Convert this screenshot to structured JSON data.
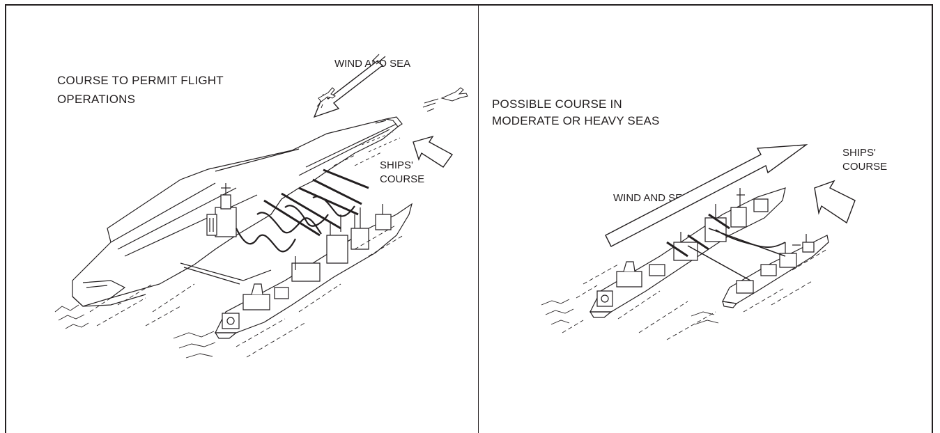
{
  "left_panel": {
    "caption_line1": "COURSE TO PERMIT FLIGHT",
    "caption_line2": "OPERATIONS",
    "wind_label": "WIND AND SEA",
    "ships_course_line1": "SHIPS'",
    "ships_course_line2": "COURSE"
  },
  "right_panel": {
    "caption_line1": "POSSIBLE COURSE IN",
    "caption_line2": "MODERATE OR HEAVY SEAS",
    "wind_label": "WIND AND SEA",
    "ships_course_line1": "SHIPS'",
    "ships_course_line2": "COURSE"
  },
  "colors": {
    "ink": "#231f20",
    "background": "#ffffff"
  }
}
